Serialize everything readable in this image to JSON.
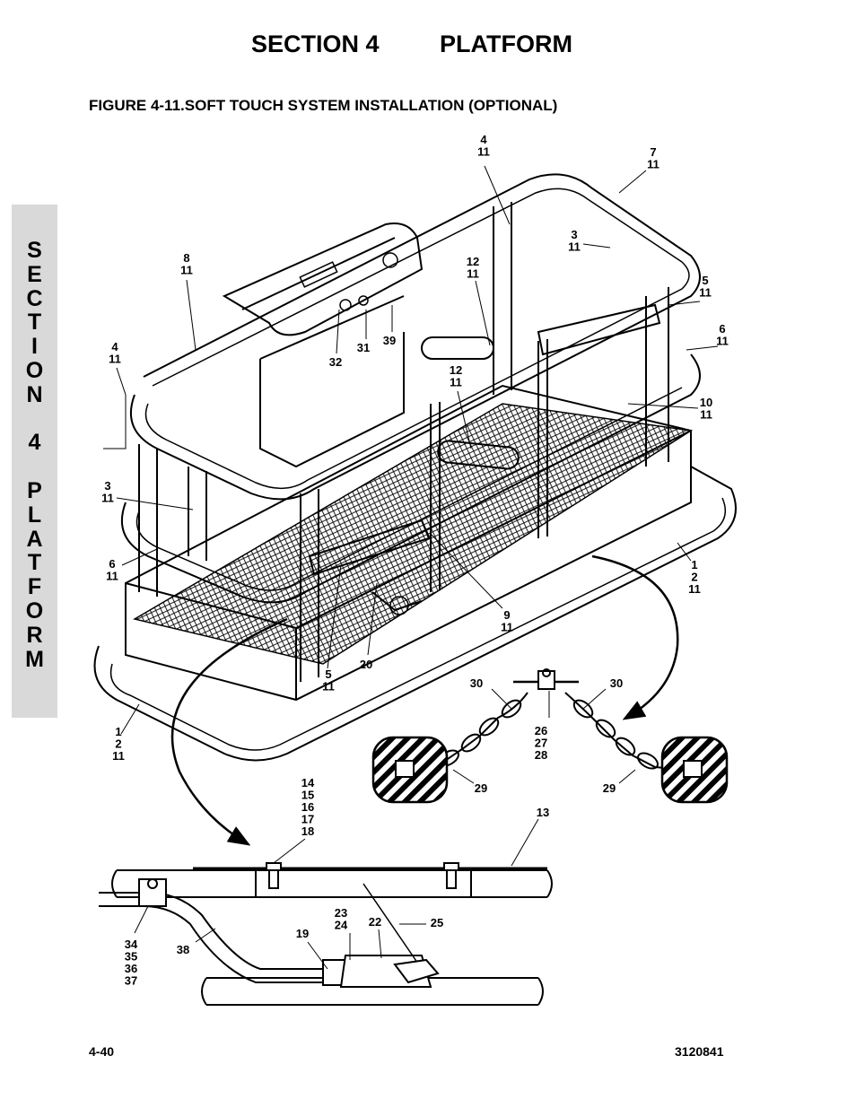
{
  "header": {
    "section": "SECTION 4",
    "title": "PLATFORM"
  },
  "figure_title": "FIGURE 4-11.SOFT TOUCH SYSTEM INSTALLATION (OPTIONAL)",
  "side_tab": [
    "S",
    "E",
    "C",
    "T",
    "I",
    "O",
    "N",
    " ",
    "4",
    " ",
    "P",
    "L",
    "A",
    "T",
    "F",
    "O",
    "R",
    "M"
  ],
  "footer": {
    "page": "4-40",
    "doc_number": "3120841"
  },
  "callouts": [
    {
      "id": "c-4-11-top",
      "lines": [
        "4",
        "11"
      ]
    },
    {
      "id": "c-7-11",
      "lines": [
        "7",
        "11"
      ]
    },
    {
      "id": "c-3-11-top",
      "lines": [
        "3",
        "11"
      ]
    },
    {
      "id": "c-8-11",
      "lines": [
        "8",
        "11"
      ]
    },
    {
      "id": "c-12-11-a",
      "lines": [
        "12",
        "11"
      ]
    },
    {
      "id": "c-5-11-right",
      "lines": [
        "5",
        "11"
      ]
    },
    {
      "id": "c-6-11-right",
      "lines": [
        "6",
        "11"
      ]
    },
    {
      "id": "c-4-11-left",
      "lines": [
        "4",
        "11"
      ]
    },
    {
      "id": "c-32",
      "lines": [
        "32"
      ]
    },
    {
      "id": "c-31",
      "lines": [
        "31"
      ]
    },
    {
      "id": "c-39",
      "lines": [
        "39"
      ]
    },
    {
      "id": "c-12-11-b",
      "lines": [
        "12",
        "11"
      ]
    },
    {
      "id": "c-10-11",
      "lines": [
        "10",
        "11"
      ]
    },
    {
      "id": "c-3-11-left",
      "lines": [
        "3",
        "11"
      ]
    },
    {
      "id": "c-6-11-left",
      "lines": [
        "6",
        "11"
      ]
    },
    {
      "id": "c-1-2-11-right",
      "lines": [
        "1",
        "2",
        "11"
      ]
    },
    {
      "id": "c-9-11",
      "lines": [
        "9",
        "11"
      ]
    },
    {
      "id": "c-20",
      "lines": [
        "20"
      ]
    },
    {
      "id": "c-5-11-bottom",
      "lines": [
        "5",
        "11"
      ]
    },
    {
      "id": "c-30-left",
      "lines": [
        "30"
      ]
    },
    {
      "id": "c-30-right",
      "lines": [
        "30"
      ]
    },
    {
      "id": "c-26-27-28",
      "lines": [
        "26",
        "27",
        "28"
      ]
    },
    {
      "id": "c-1-2-11-left",
      "lines": [
        "1",
        "2",
        "11"
      ]
    },
    {
      "id": "c-29-left",
      "lines": [
        "29"
      ]
    },
    {
      "id": "c-29-right",
      "lines": [
        "29"
      ]
    },
    {
      "id": "c-14-18",
      "lines": [
        "14",
        "15",
        "16",
        "17",
        "18"
      ]
    },
    {
      "id": "c-13",
      "lines": [
        "13"
      ]
    },
    {
      "id": "c-23-24",
      "lines": [
        "23",
        "24"
      ]
    },
    {
      "id": "c-22",
      "lines": [
        "22"
      ]
    },
    {
      "id": "c-25",
      "lines": [
        "25"
      ]
    },
    {
      "id": "c-19",
      "lines": [
        "19"
      ]
    },
    {
      "id": "c-38",
      "lines": [
        "38"
      ]
    },
    {
      "id": "c-34-37",
      "lines": [
        "34",
        "35",
        "36",
        "37"
      ]
    }
  ]
}
